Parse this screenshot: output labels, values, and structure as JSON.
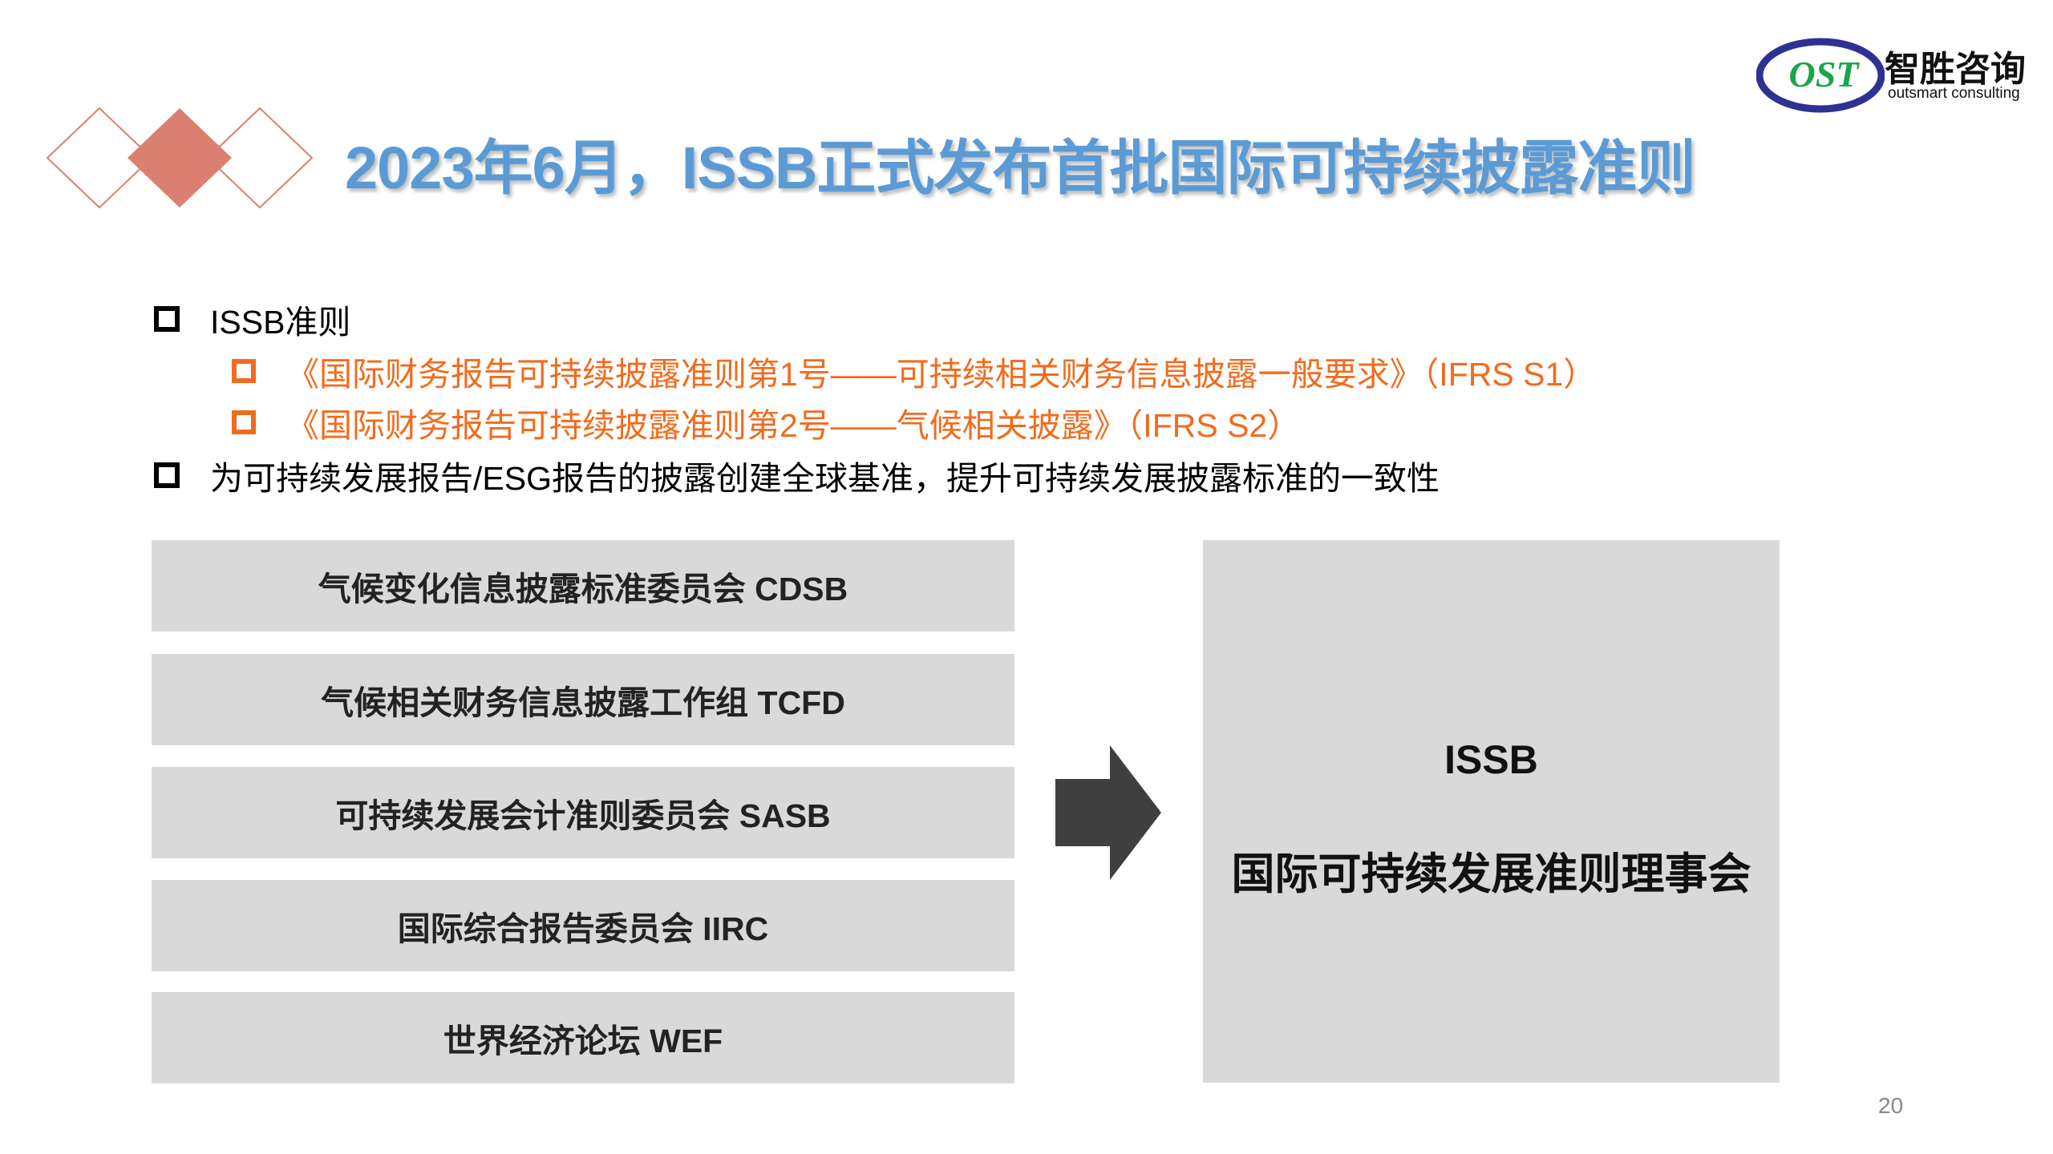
{
  "slide": {
    "title": "2023年6月，ISSB正式发布首批国际可持续披露准则",
    "page_number": "20"
  },
  "logo": {
    "mark": "OST",
    "name_cn": "智胜咨询",
    "name_en": "outsmart consulting"
  },
  "bullets": {
    "b1": "ISSB准则",
    "s1": "《国际财务报告可持续披露准则第1号——可持续相关财务信息披露一般要求》（IFRS S1）",
    "s2": "《国际财务报告可持续披露准则第2号——气候相关披露》（IFRS S2）",
    "b2": "为可持续发展报告/ESG报告的披露创建全球基准，提升可持续发展披露标准的一致性"
  },
  "orgs": [
    "气候变化信息披露标准委员会 CDSB",
    "气候相关财务信息披露工作组 TCFD",
    "可持续发展会计准则委员会 SASB",
    "国际综合报告委员会 IIRC",
    "世界经济论坛 WEF"
  ],
  "result": {
    "abbr": "ISSB",
    "name": "国际可持续发展准则理事会"
  },
  "colors": {
    "title": "#5B9BD5",
    "accent_orange": "#F26B1D",
    "diamond": "#DB8070",
    "box_fill": "#D9D9D9",
    "arrow": "#3F3F3F"
  }
}
